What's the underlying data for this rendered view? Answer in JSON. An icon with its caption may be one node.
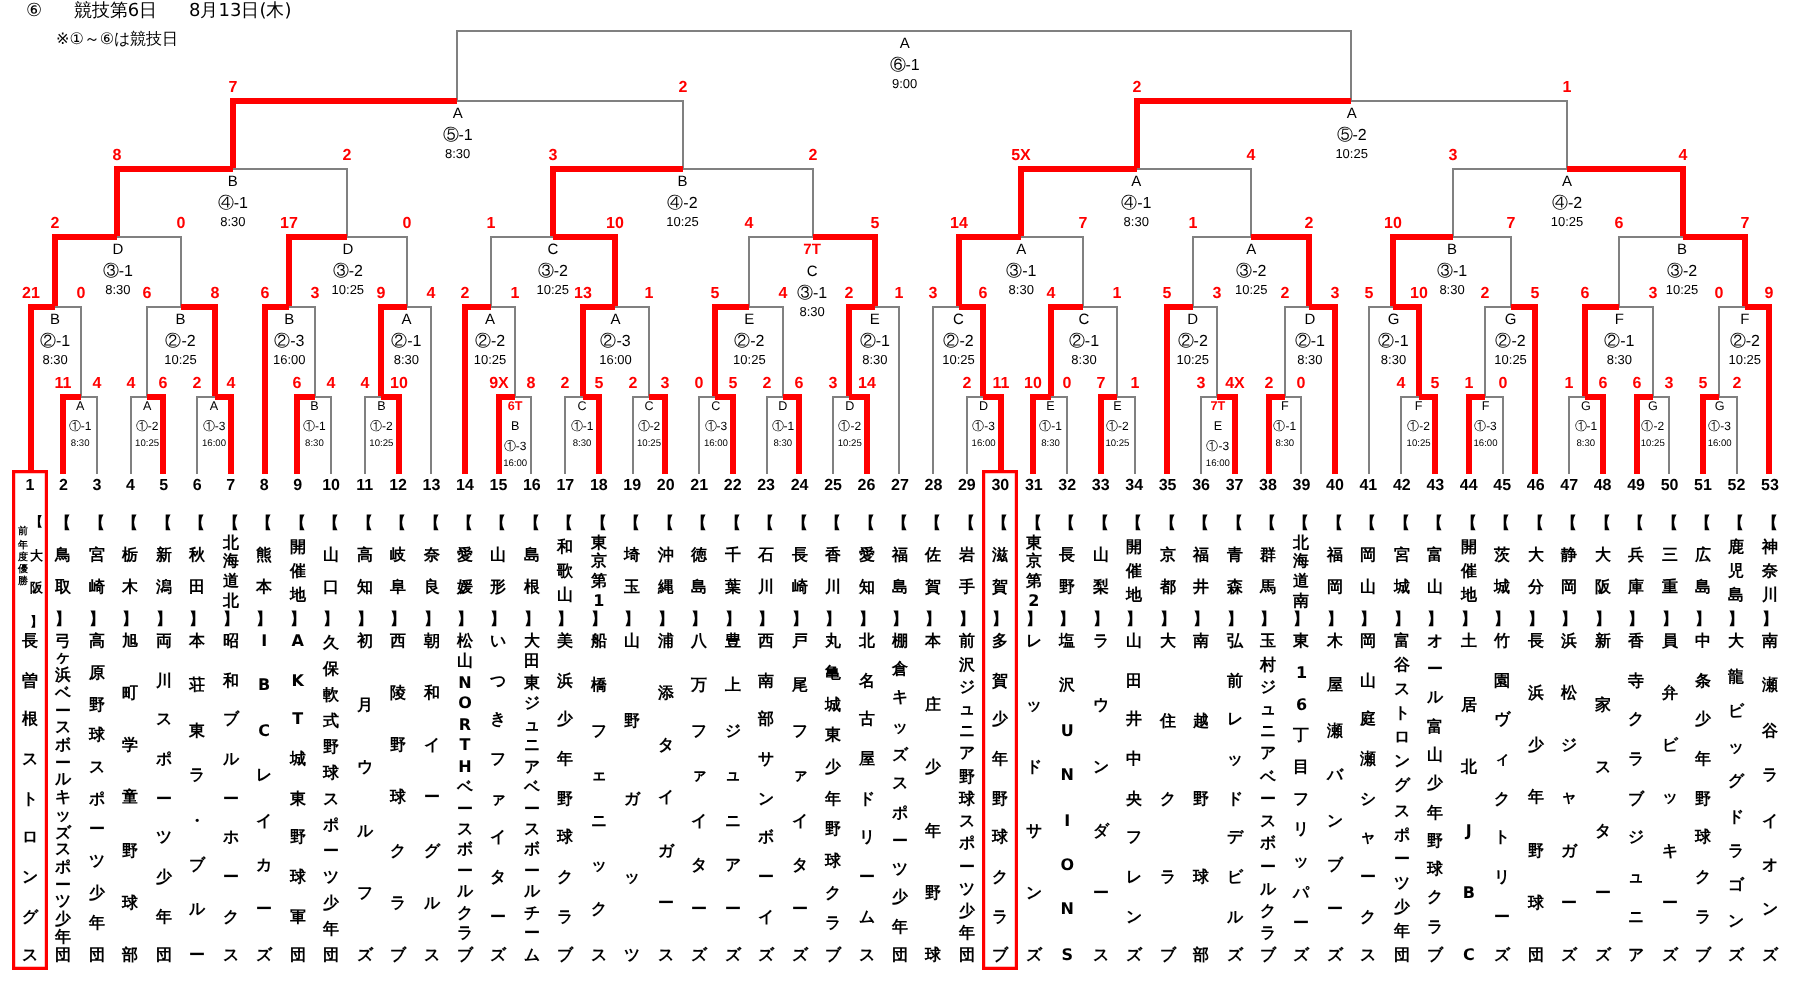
{
  "diagram": {
    "title": "⑥ 競技第6日 8月13日(木)",
    "labels": [
      "※①～⑥は競技日"
    ],
    "nodes": [
      {
        "text": [
          "A",
          "⑥-1",
          "9:00"
        ]
      },
      {
        "text": [
          "A",
          "⑤-1",
          "8:30"
        ]
      },
      {
        "text": [
          "A",
          "⑤-2",
          "10:25"
        ]
      },
      {
        "text": [
          "B",
          "④-1",
          "8:30"
        ]
      },
      {
        "text": [
          "B",
          "④-2",
          "10:25"
        ]
      },
      {
        "text": [
          "A",
          "④-1",
          "8:30"
        ]
      },
      {
        "text": [
          "A",
          "④-2",
          "10:25"
        ]
      },
      {
        "text": [
          "D",
          "③-1",
          "8:30"
        ]
      },
      {
        "text": [
          "D",
          "③-2",
          "10:25"
        ]
      },
      {
        "text": [
          "C",
          "③-2",
          "10:25"
        ]
      },
      {
        "text": [
          "C",
          "③-1",
          "8:30"
        ],
        "beside": [
          "7T"
        ]
      },
      {
        "text": [
          "A",
          "③-1",
          "8:30"
        ]
      },
      {
        "text": [
          "A",
          "③-2",
          "10:25"
        ]
      },
      {
        "text": [
          "B",
          "③-1",
          "8:30"
        ]
      },
      {
        "text": [
          "B",
          "③-2",
          "10:25"
        ]
      },
      {
        "text": [
          "B",
          "②-1",
          "8:30"
        ]
      },
      {
        "text": [
          "B",
          "②-2",
          "10:25"
        ]
      },
      {
        "text": [
          "B",
          "②-3",
          "16:00"
        ]
      },
      {
        "text": [
          "A",
          "②-1",
          "8:30"
        ]
      },
      {
        "text": [
          "A",
          "②-2",
          "10:25"
        ]
      },
      {
        "text": [
          "A",
          "②-3",
          "16:00"
        ]
      },
      {
        "text": [
          "E",
          "②-2",
          "10:25"
        ]
      },
      {
        "text": [
          "E",
          "②-1",
          "8:30"
        ]
      },
      {
        "text": [
          "C",
          "②-2",
          "10:25"
        ]
      },
      {
        "text": [
          "C",
          "②-1",
          "8:30"
        ]
      },
      {
        "text": [
          "D",
          "②-2",
          "10:25"
        ]
      },
      {
        "text": [
          "D",
          "②-1",
          "8:30"
        ]
      },
      {
        "text": [
          "G",
          "②-1",
          "8:30"
        ]
      },
      {
        "text": [
          "G",
          "②-2",
          "10:25"
        ]
      },
      {
        "text": [
          "F",
          "②-1",
          "8:30"
        ]
      },
      {
        "text": [
          "F",
          "②-2",
          "10:25"
        ]
      },
      {
        "text": [
          "A",
          "①-1",
          "8:30"
        ]
      },
      {
        "text": [
          "A",
          "①-2",
          "10:25"
        ]
      },
      {
        "text": [
          "A",
          "①-3",
          "16:00"
        ]
      },
      {
        "text": [
          "B",
          "①-1",
          "8:30"
        ]
      },
      {
        "text": [
          "B",
          "①-2",
          "10:25"
        ]
      },
      {
        "text": [
          "B",
          "①-3",
          "16:00"
        ],
        "beside": [
          "6T"
        ]
      },
      {
        "text": [
          "C",
          "①-1",
          "8:30"
        ]
      },
      {
        "text": [
          "C",
          "①-2",
          "10:25"
        ]
      },
      {
        "text": [
          "C",
          "①-3",
          "16:00"
        ]
      },
      {
        "text": [
          "D",
          "①-1",
          "8:30"
        ]
      },
      {
        "text": [
          "D",
          "①-2",
          "10:25"
        ]
      },
      {
        "text": [
          "D",
          "①-3",
          "16:00"
        ]
      },
      {
        "text": [
          "E",
          "①-1",
          "8:30"
        ]
      },
      {
        "text": [
          "E",
          "①-2",
          "10:25"
        ]
      },
      {
        "text": [
          "E",
          "①-3",
          "16:00"
        ],
        "beside": [
          "7T"
        ]
      },
      {
        "text": [
          "F",
          "①-1",
          "8:30"
        ]
      },
      {
        "text": [
          "F",
          "①-2",
          "10:25"
        ]
      },
      {
        "text": [
          "F",
          "①-3",
          "16:00"
        ]
      },
      {
        "text": [
          "G",
          "①-1",
          "8:30"
        ]
      },
      {
        "text": [
          "G",
          "①-2",
          "10:25"
        ]
      },
      {
        "text": [
          "G",
          "①-3",
          "16:00"
        ]
      },
      {
        "text": [],
        "shape": "box"
      },
      {
        "text": [
          "1",
          "【大阪】",
          "前年度優勝",
          "長曽根ストロングス"
        ],
        "in": 52
      },
      {
        "text": [
          "2",
          "【鳥取】",
          "弓ヶ浜ベースボールキッズスポーツ少年団"
        ]
      },
      {
        "text": [
          "3",
          "【宮崎】",
          "高原野球スポーツ少年団"
        ]
      },
      {
        "text": [
          "4",
          "【栃木】",
          "旭町学童野球部"
        ]
      },
      {
        "text": [
          "5",
          "【新潟】",
          "両川スポーツ少年団"
        ]
      },
      {
        "text": [
          "6",
          "【秋田】",
          "本荘東ラ・ブルー"
        ]
      },
      {
        "text": [
          "7",
          "【北海道北】",
          "昭和ブルーホークス"
        ]
      },
      {
        "text": [
          "8",
          "【熊本】",
          "IBCレイカーズ"
        ]
      },
      {
        "text": [
          "9",
          "【開催地】",
          "AKT城東野球軍団"
        ]
      },
      {
        "text": [
          "10",
          "【山口】",
          "久保軟式野球スポーツ少年団"
        ]
      },
      {
        "text": [
          "11",
          "【高知】",
          "初月ウルフズ"
        ]
      },
      {
        "text": [
          "12",
          "【岐阜】",
          "西陵野球クラブ"
        ]
      },
      {
        "text": [
          "13",
          "【奈良】",
          "朝和イーグルス"
        ]
      },
      {
        "text": [
          "14",
          "【愛媛】",
          "松山NORTHベースボールクラブ"
        ]
      },
      {
        "text": [
          "15",
          "【山形】",
          "いつきファイターズ"
        ]
      },
      {
        "text": [
          "16",
          "【島根】",
          "大田東ジュニアベースボールチーム"
        ]
      },
      {
        "text": [
          "17",
          "【和歌山】",
          "美浜少年野球クラブ"
        ]
      },
      {
        "text": [
          "18",
          "【東京第1】",
          "船橋フェニックス"
        ]
      },
      {
        "text": [
          "19",
          "【埼玉】",
          "山野ガッツ"
        ]
      },
      {
        "text": [
          "20",
          "【沖縄】",
          "浦添タイガース"
        ]
      },
      {
        "text": [
          "21",
          "【徳島】",
          "八万ファイターズ"
        ]
      },
      {
        "text": [
          "22",
          "【千葉】",
          "豊上ジュニアーズ"
        ]
      },
      {
        "text": [
          "23",
          "【石川】",
          "西南部サンボーイズ"
        ]
      },
      {
        "text": [
          "24",
          "【長崎】",
          "戸尾ファイターズ"
        ]
      },
      {
        "text": [
          "25",
          "【香川】",
          "丸亀城東少年野球クラブ"
        ]
      },
      {
        "text": [
          "26",
          "【愛知】",
          "北名古屋ドリームス"
        ]
      },
      {
        "text": [
          "27",
          "【福島】",
          "棚倉キッズスポーツ少年団"
        ]
      },
      {
        "text": [
          "28",
          "【佐賀】",
          "本庄少年野球"
        ]
      },
      {
        "text": [
          "29",
          "【岩手】",
          "前沢ジュニア野球スポーツ少年団"
        ]
      },
      {
        "text": [],
        "shape": "box"
      },
      {
        "text": [
          "30",
          "【滋賀】",
          "多賀少年野球クラブ"
        ],
        "in": 82
      },
      {
        "text": [
          "31",
          "【東京第2】",
          "レッドサンズ"
        ]
      },
      {
        "text": [
          "32",
          "【長野】",
          "塩沢UNIONS"
        ]
      },
      {
        "text": [
          "33",
          "【山梨】",
          "ラウンダース"
        ]
      },
      {
        "text": [
          "34",
          "【開催地】",
          "山田井中央フレンズ"
        ]
      },
      {
        "text": [
          "35",
          "【京都】",
          "大住クラブ"
        ]
      },
      {
        "text": [
          "36",
          "【福井】",
          "南越野球部"
        ]
      },
      {
        "text": [
          "37",
          "【青森】",
          "弘前レッドデビルズ"
        ]
      },
      {
        "text": [
          "38",
          "【群馬】",
          "玉村ジュニアベースボールクラブ"
        ]
      },
      {
        "text": [
          "39",
          "【北海道南】",
          "東16丁目フリッパーズ"
        ]
      },
      {
        "text": [
          "40",
          "【福岡】",
          "木屋瀬バンブーズ"
        ]
      },
      {
        "text": [
          "41",
          "【岡山】",
          "岡山庭瀬シャークス"
        ]
      },
      {
        "text": [
          "42",
          "【宮城】",
          "富谷ストロングスポーツ少年団"
        ]
      },
      {
        "text": [
          "43",
          "【富山】",
          "オール富山少年野球クラブ"
        ]
      },
      {
        "text": [
          "44",
          "【開催地】",
          "土居北JBC"
        ]
      },
      {
        "text": [
          "45",
          "【茨城】",
          "竹園ヴィクトリーズ"
        ]
      },
      {
        "text": [
          "46",
          "【大分】",
          "長浜少年野球団"
        ]
      },
      {
        "text": [
          "47",
          "【静岡】",
          "浜松ジャガーズ"
        ]
      },
      {
        "text": [
          "48",
          "【大阪】",
          "新家スターズ"
        ]
      },
      {
        "text": [
          "49",
          "【兵庫】",
          "香寺クラブジュニア"
        ]
      },
      {
        "text": [
          "50",
          "【三重】",
          "員弁ビッキーズ"
        ]
      },
      {
        "text": [
          "51",
          "【広島】",
          "中条少年野球クラブ"
        ]
      },
      {
        "text": [
          "52",
          "【鹿児島】",
          "大龍ビッグドラゴンズ"
        ]
      },
      {
        "text": [
          "53",
          "【神奈川】",
          "南瀬谷ライオンズ"
        ]
      }
    ],
    "edges": [
      {
        "from": 1,
        "to": 0,
        "arrow": "none"
      },
      {
        "from": 2,
        "to": 0,
        "arrow": "none"
      },
      {
        "from": 3,
        "to": 1,
        "arrow": "none",
        "label": "7",
        "style": "thick",
        "color": "#ff0000"
      },
      {
        "from": 4,
        "to": 1,
        "arrow": "none",
        "label": "2"
      },
      {
        "from": 5,
        "to": 2,
        "arrow": "none",
        "label": "2",
        "style": "thick",
        "color": "#ff0000"
      },
      {
        "from": 6,
        "to": 2,
        "arrow": "none",
        "label": "1"
      },
      {
        "from": 7,
        "to": 3,
        "arrow": "none",
        "label": "8",
        "style": "thick",
        "color": "#ff0000"
      },
      {
        "from": 8,
        "to": 3,
        "arrow": "none",
        "label": "2"
      },
      {
        "from": 9,
        "to": 4,
        "arrow": "none",
        "label": "3",
        "style": "thick",
        "color": "#ff0000"
      },
      {
        "from": 10,
        "to": 4,
        "arrow": "none",
        "label": "2"
      },
      {
        "from": 11,
        "to": 5,
        "arrow": "none",
        "label": "5X",
        "style": "thick",
        "color": "#ff0000"
      },
      {
        "from": 12,
        "to": 5,
        "arrow": "none",
        "label": "4"
      },
      {
        "from": 13,
        "to": 6,
        "arrow": "none",
        "label": "3"
      },
      {
        "from": 14,
        "to": 6,
        "arrow": "none",
        "label": "4",
        "style": "thick",
        "color": "#ff0000"
      },
      {
        "from": 15,
        "to": 7,
        "arrow": "none",
        "label": "2",
        "style": "thick",
        "color": "#ff0000"
      },
      {
        "from": 16,
        "to": 7,
        "arrow": "none",
        "label": "0"
      },
      {
        "from": 17,
        "to": 8,
        "arrow": "none",
        "label": "17",
        "style": "thick",
        "color": "#ff0000"
      },
      {
        "from": 18,
        "to": 8,
        "arrow": "none",
        "label": "0"
      },
      {
        "from": 19,
        "to": 9,
        "arrow": "none",
        "label": "1"
      },
      {
        "from": 20,
        "to": 9,
        "arrow": "none",
        "label": "10",
        "style": "thick",
        "color": "#ff0000"
      },
      {
        "from": 21,
        "to": 10,
        "arrow": "none",
        "label": "4"
      },
      {
        "from": 22,
        "to": 10,
        "arrow": "none",
        "label": "5",
        "style": "thick",
        "color": "#ff0000"
      },
      {
        "from": 23,
        "to": 11,
        "arrow": "none",
        "label": "14",
        "style": "thick",
        "color": "#ff0000"
      },
      {
        "from": 24,
        "to": 11,
        "arrow": "none",
        "label": "7"
      },
      {
        "from": 25,
        "to": 12,
        "arrow": "none",
        "label": "1"
      },
      {
        "from": 26,
        "to": 12,
        "arrow": "none",
        "label": "2",
        "style": "thick",
        "color": "#ff0000"
      },
      {
        "from": 27,
        "to": 13,
        "arrow": "none",
        "label": "10",
        "style": "thick",
        "color": "#ff0000"
      },
      {
        "from": 28,
        "to": 13,
        "arrow": "none",
        "label": "7"
      },
      {
        "from": 29,
        "to": 14,
        "arrow": "none",
        "label": "6"
      },
      {
        "from": 30,
        "to": 14,
        "arrow": "none",
        "label": "7",
        "style": "thick",
        "color": "#ff0000"
      },
      {
        "from": 52,
        "to": 15,
        "arrow": "none",
        "label": "21",
        "style": "thick",
        "color": "#ff0000"
      },
      {
        "from": 31,
        "to": 15,
        "arrow": "none",
        "label": "0"
      },
      {
        "from": 32,
        "to": 16,
        "arrow": "none",
        "label": "6"
      },
      {
        "from": 33,
        "to": 16,
        "arrow": "none",
        "label": "8",
        "style": "thick",
        "color": "#ff0000"
      },
      {
        "from": 60,
        "to": 17,
        "arrow": "none",
        "label": "6",
        "style": "thick",
        "color": "#ff0000"
      },
      {
        "from": 34,
        "to": 17,
        "arrow": "none",
        "label": "3"
      },
      {
        "from": 35,
        "to": 18,
        "arrow": "none",
        "label": "9",
        "style": "thick",
        "color": "#ff0000"
      },
      {
        "from": 65,
        "to": 18,
        "arrow": "none",
        "label": "4"
      },
      {
        "from": 66,
        "to": 19,
        "arrow": "none",
        "label": "2",
        "style": "thick",
        "color": "#ff0000"
      },
      {
        "from": 36,
        "to": 19,
        "arrow": "none",
        "label": "1"
      },
      {
        "from": 37,
        "to": 20,
        "arrow": "none",
        "label": "13",
        "style": "thick",
        "color": "#ff0000"
      },
      {
        "from": 38,
        "to": 20,
        "arrow": "none",
        "label": "1"
      },
      {
        "from": 39,
        "to": 21,
        "arrow": "none",
        "label": "5",
        "style": "thick",
        "color": "#ff0000"
      },
      {
        "from": 40,
        "to": 21,
        "arrow": "none",
        "label": "4"
      },
      {
        "from": 41,
        "to": 22,
        "arrow": "none",
        "label": "2",
        "style": "thick",
        "color": "#ff0000"
      },
      {
        "from": 79,
        "to": 22,
        "arrow": "none",
        "label": "1"
      },
      {
        "from": 80,
        "to": 23,
        "arrow": "none",
        "label": "3"
      },
      {
        "from": 42,
        "to": 23,
        "arrow": "none",
        "label": "6",
        "style": "thick",
        "color": "#ff0000"
      },
      {
        "from": 43,
        "to": 24,
        "arrow": "none",
        "label": "4",
        "style": "thick",
        "color": "#ff0000"
      },
      {
        "from": 44,
        "to": 24,
        "arrow": "none",
        "label": "1"
      },
      {
        "from": 88,
        "to": 25,
        "arrow": "none",
        "label": "5",
        "style": "thick",
        "color": "#ff0000"
      },
      {
        "from": 45,
        "to": 25,
        "arrow": "none",
        "label": "3"
      },
      {
        "from": 46,
        "to": 26,
        "arrow": "none",
        "label": "2"
      },
      {
        "from": 93,
        "to": 26,
        "arrow": "none",
        "label": "3",
        "style": "thick",
        "color": "#ff0000"
      },
      {
        "from": 94,
        "to": 27,
        "arrow": "none",
        "label": "5"
      },
      {
        "from": 47,
        "to": 27,
        "arrow": "none",
        "label": "10",
        "style": "thick",
        "color": "#ff0000"
      },
      {
        "from": 48,
        "to": 28,
        "arrow": "none",
        "label": "2"
      },
      {
        "from": 99,
        "to": 28,
        "arrow": "none",
        "label": "5",
        "style": "thick",
        "color": "#ff0000"
      },
      {
        "from": 49,
        "to": 29,
        "arrow": "none",
        "label": "6",
        "style": "thick",
        "color": "#ff0000"
      },
      {
        "from": 50,
        "to": 29,
        "arrow": "none",
        "label": "3"
      },
      {
        "from": 51,
        "to": 30,
        "arrow": "none",
        "label": "0"
      },
      {
        "from": 106,
        "to": 30,
        "arrow": "none",
        "label": "9",
        "style": "thick",
        "color": "#ff0000"
      },
      {
        "from": 54,
        "to": 31,
        "arrow": "none",
        "label": "11",
        "style": "thick",
        "color": "#ff0000"
      },
      {
        "from": 55,
        "to": 31,
        "arrow": "none",
        "label": "4"
      },
      {
        "from": 56,
        "to": 32,
        "arrow": "none",
        "label": "4"
      },
      {
        "from": 57,
        "to": 32,
        "arrow": "none",
        "label": "6",
        "style": "thick",
        "color": "#ff0000"
      },
      {
        "from": 58,
        "to": 33,
        "arrow": "none",
        "label": "2"
      },
      {
        "from": 59,
        "to": 33,
        "arrow": "none",
        "label": "4",
        "style": "thick",
        "color": "#ff0000"
      },
      {
        "from": 61,
        "to": 34,
        "arrow": "none",
        "label": "6",
        "style": "thick",
        "color": "#ff0000"
      },
      {
        "from": 62,
        "to": 34,
        "arrow": "none",
        "label": "4"
      },
      {
        "from": 63,
        "to": 35,
        "arrow": "none",
        "label": "4"
      },
      {
        "from": 64,
        "to": 35,
        "arrow": "none",
        "label": "10",
        "style": "thick",
        "color": "#ff0000"
      },
      {
        "from": 67,
        "to": 36,
        "arrow": "none",
        "label": "9X",
        "style": "thick",
        "color": "#ff0000"
      },
      {
        "from": 68,
        "to": 36,
        "arrow": "none",
        "label": "8"
      },
      {
        "from": 69,
        "to": 37,
        "arrow": "none",
        "label": "2"
      },
      {
        "from": 70,
        "to": 37,
        "arrow": "none",
        "label": "5",
        "style": "thick",
        "color": "#ff0000"
      },
      {
        "from": 71,
        "to": 38,
        "arrow": "none",
        "label": "2"
      },
      {
        "from": 72,
        "to": 38,
        "arrow": "none",
        "label": "3",
        "style": "thick",
        "color": "#ff0000"
      },
      {
        "from": 73,
        "to": 39,
        "arrow": "none",
        "label": "0"
      },
      {
        "from": 74,
        "to": 39,
        "arrow": "none",
        "label": "5",
        "style": "thick",
        "color": "#ff0000"
      },
      {
        "from": 75,
        "to": 40,
        "arrow": "none",
        "label": "2"
      },
      {
        "from": 76,
        "to": 40,
        "arrow": "none",
        "label": "6",
        "style": "thick",
        "color": "#ff0000"
      },
      {
        "from": 77,
        "to": 41,
        "arrow": "none",
        "label": "3"
      },
      {
        "from": 78,
        "to": 41,
        "arrow": "none",
        "label": "14",
        "style": "thick",
        "color": "#ff0000"
      },
      {
        "from": 81,
        "to": 42,
        "arrow": "none",
        "label": "2"
      },
      {
        "from": 82,
        "to": 42,
        "arrow": "none",
        "label": "11",
        "style": "thick",
        "color": "#ff0000"
      },
      {
        "from": 84,
        "to": 43,
        "arrow": "none",
        "label": "10",
        "style": "thick",
        "color": "#ff0000"
      },
      {
        "from": 85,
        "to": 43,
        "arrow": "none",
        "label": "0"
      },
      {
        "from": 86,
        "to": 44,
        "arrow": "none",
        "label": "7",
        "style": "thick",
        "color": "#ff0000"
      },
      {
        "from": 87,
        "to": 44,
        "arrow": "none",
        "label": "1"
      },
      {
        "from": 89,
        "to": 45,
        "arrow": "none",
        "label": "3"
      },
      {
        "from": 90,
        "to": 45,
        "arrow": "none",
        "label": "4X",
        "style": "thick",
        "color": "#ff0000"
      },
      {
        "from": 91,
        "to": 46,
        "arrow": "none",
        "label": "2",
        "style": "thick",
        "color": "#ff0000"
      },
      {
        "from": 92,
        "to": 46,
        "arrow": "none",
        "label": "0"
      },
      {
        "from": 95,
        "to": 47,
        "arrow": "none",
        "label": "4"
      },
      {
        "from": 96,
        "to": 47,
        "arrow": "none",
        "label": "5",
        "style": "thick",
        "color": "#ff0000"
      },
      {
        "from": 97,
        "to": 48,
        "arrow": "none",
        "label": "1",
        "style": "thick",
        "color": "#ff0000"
      },
      {
        "from": 98,
        "to": 48,
        "arrow": "none",
        "label": "0"
      },
      {
        "from": 100,
        "to": 49,
        "arrow": "none",
        "label": "1"
      },
      {
        "from": 101,
        "to": 49,
        "arrow": "none",
        "label": "6",
        "style": "thick",
        "color": "#ff0000"
      },
      {
        "from": 102,
        "to": 50,
        "arrow": "none",
        "label": "6",
        "style": "thick",
        "color": "#ff0000"
      },
      {
        "from": 103,
        "to": 50,
        "arrow": "none",
        "label": "3"
      },
      {
        "from": 104,
        "to": 51,
        "arrow": "none",
        "label": "5",
        "style": "thick",
        "color": "#ff0000"
      },
      {
        "from": 105,
        "to": 51,
        "arrow": "none",
        "label": "2"
      }
    ]
  }
}
